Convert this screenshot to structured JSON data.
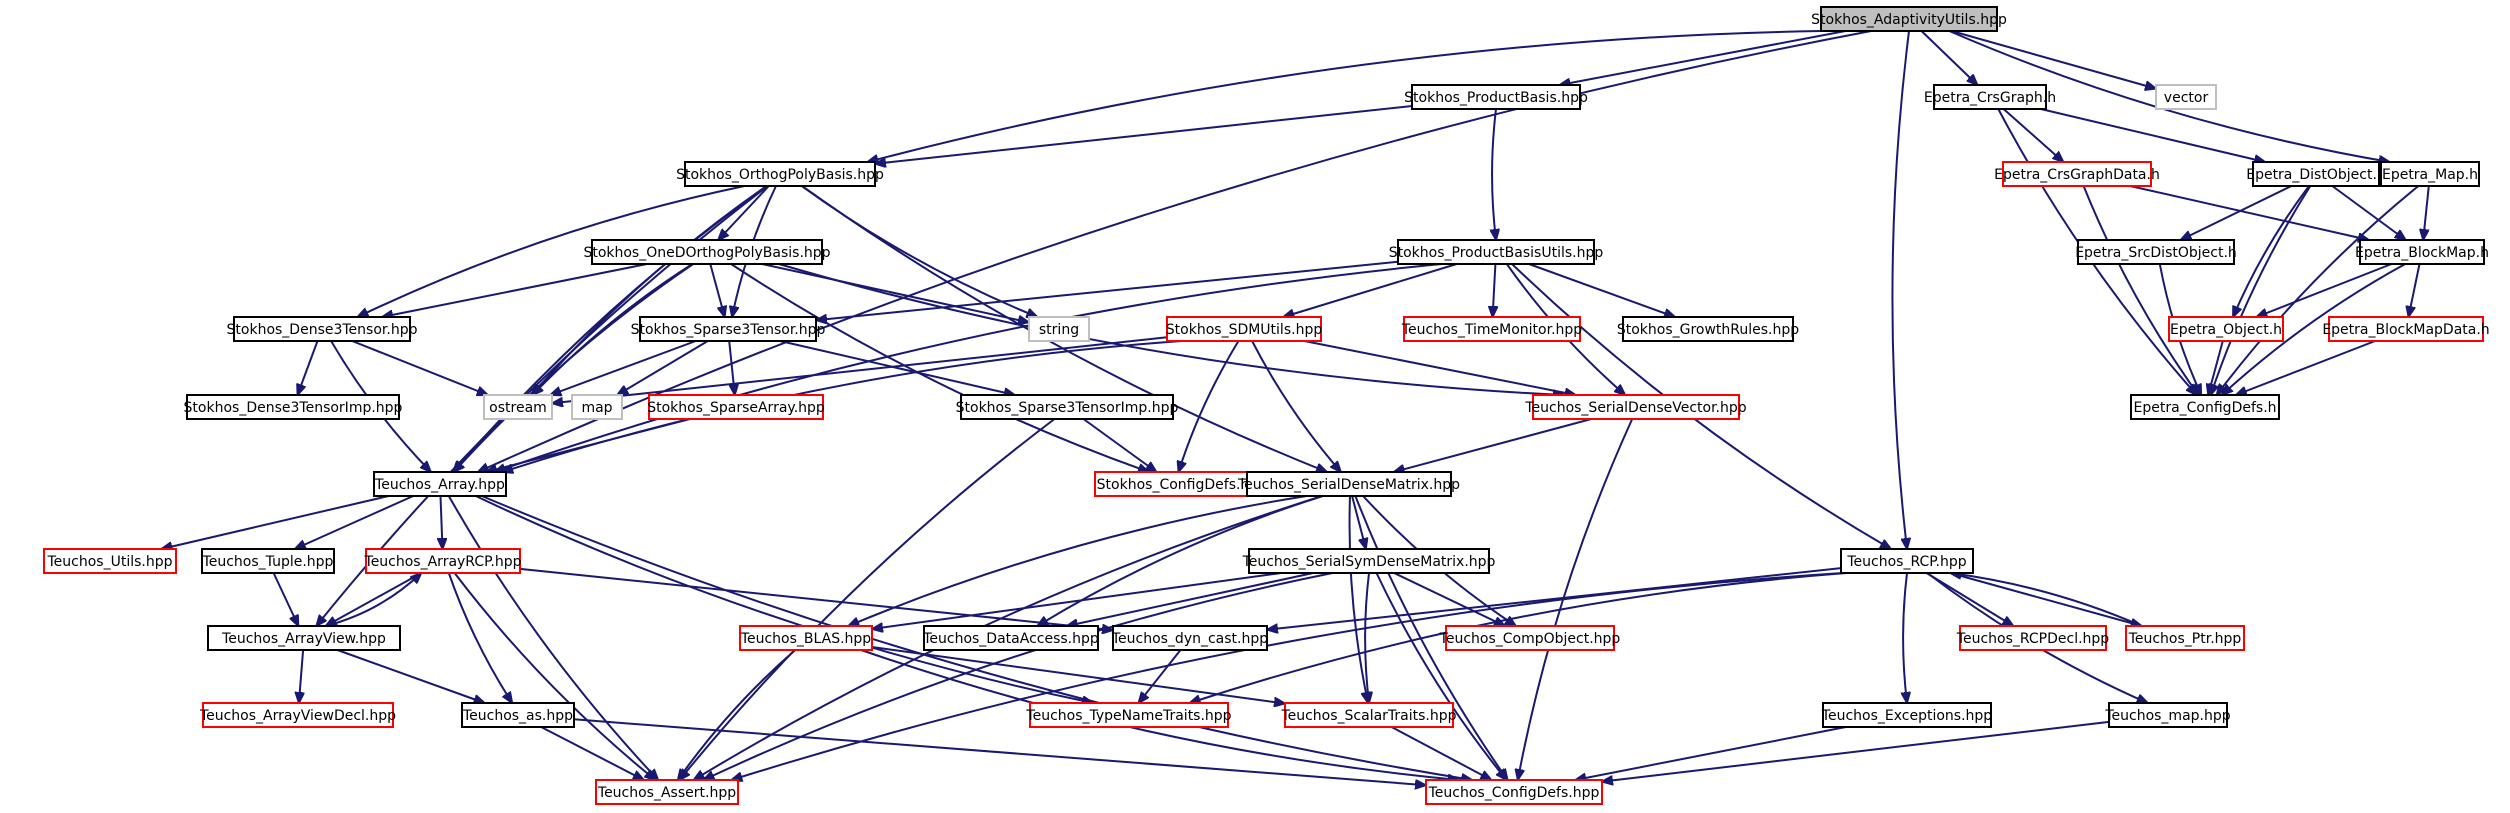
{
  "nodes": [
    {
      "id": "adaptivity",
      "label": "Stokhos_AdaptivityUtils.hpp",
      "style": "root"
    },
    {
      "id": "productbasis",
      "label": "Stokhos_ProductBasis.hpp",
      "style": "black"
    },
    {
      "id": "vector",
      "label": "vector",
      "style": "gray"
    },
    {
      "id": "crsgraph",
      "label": "Epetra_CrsGraph.h",
      "style": "black"
    },
    {
      "id": "orthopoly",
      "label": "Stokhos_OrthogPolyBasis.hpp",
      "style": "black"
    },
    {
      "id": "crsgraphdata",
      "label": "Epetra_CrsGraphData.h",
      "style": "red"
    },
    {
      "id": "distobject",
      "label": "Epetra_DistObject.h",
      "style": "black"
    },
    {
      "id": "map",
      "label": "Epetra_Map.h",
      "style": "black"
    },
    {
      "id": "onedortho",
      "label": "Stokhos_OneDOrthogPolyBasis.hpp",
      "style": "black"
    },
    {
      "id": "productbasisutils",
      "label": "Stokhos_ProductBasisUtils.hpp",
      "style": "black"
    },
    {
      "id": "srcdistobject",
      "label": "Epetra_SrcDistObject.h",
      "style": "black"
    },
    {
      "id": "blockmap",
      "label": "Epetra_BlockMap.h",
      "style": "black"
    },
    {
      "id": "string",
      "label": "string",
      "style": "gray"
    },
    {
      "id": "dense3tensor",
      "label": "Stokhos_Dense3Tensor.hpp",
      "style": "black"
    },
    {
      "id": "sparse3tensor",
      "label": "Stokhos_Sparse3Tensor.hpp",
      "style": "black"
    },
    {
      "id": "sdmutils",
      "label": "Stokhos_SDMUtils.hpp",
      "style": "red"
    },
    {
      "id": "timemonitor",
      "label": "Teuchos_TimeMonitor.hpp",
      "style": "red"
    },
    {
      "id": "growthrules",
      "label": "Stokhos_GrowthRules.hpp",
      "style": "black"
    },
    {
      "id": "epetraobject",
      "label": "Epetra_Object.h",
      "style": "red"
    },
    {
      "id": "blockmapdata",
      "label": "Epetra_BlockMapData.h",
      "style": "red"
    },
    {
      "id": "dense3tensorimp",
      "label": "Stokhos_Dense3TensorImp.hpp",
      "style": "black"
    },
    {
      "id": "ostream",
      "label": "ostream",
      "style": "gray"
    },
    {
      "id": "stdmap",
      "label": "map",
      "style": "gray"
    },
    {
      "id": "sparsearray",
      "label": "Stokhos_SparseArray.hpp",
      "style": "red"
    },
    {
      "id": "serialdensevector",
      "label": "Teuchos_SerialDenseVector.hpp",
      "style": "red"
    },
    {
      "id": "epetraconfigdefs",
      "label": "Epetra_ConfigDefs.h",
      "style": "black"
    },
    {
      "id": "sparse3tensorimp",
      "label": "Stokhos_Sparse3TensorImp.hpp",
      "style": "black"
    },
    {
      "id": "teuchosarray",
      "label": "Teuchos_Array.hpp",
      "style": "black"
    },
    {
      "id": "stokhosconfigdefs",
      "label": "Stokhos_ConfigDefs.h",
      "style": "red"
    },
    {
      "id": "serialdensematrix",
      "label": "Teuchos_SerialDenseMatrix.hpp",
      "style": "black"
    },
    {
      "id": "teuchosutils",
      "label": "Teuchos_Utils.hpp",
      "style": "red"
    },
    {
      "id": "tuple",
      "label": "Teuchos_Tuple.hpp",
      "style": "black"
    },
    {
      "id": "arrayrcp",
      "label": "Teuchos_ArrayRCP.hpp",
      "style": "red"
    },
    {
      "id": "serialsymdensematrix",
      "label": "Teuchos_SerialSymDenseMatrix.hpp",
      "style": "black"
    },
    {
      "id": "rcp",
      "label": "Teuchos_RCP.hpp",
      "style": "black"
    },
    {
      "id": "arrayview",
      "label": "Teuchos_ArrayView.hpp",
      "style": "black"
    },
    {
      "id": "blas",
      "label": "Teuchos_BLAS.hpp",
      "style": "red"
    },
    {
      "id": "dataaccess",
      "label": "Teuchos_DataAccess.hpp",
      "style": "black"
    },
    {
      "id": "dyncast",
      "label": "Teuchos_dyn_cast.hpp",
      "style": "black"
    },
    {
      "id": "compobject",
      "label": "Teuchos_CompObject.hpp",
      "style": "red"
    },
    {
      "id": "rcpdecl",
      "label": "Teuchos_RCPDecl.hpp",
      "style": "red"
    },
    {
      "id": "ptr",
      "label": "Teuchos_Ptr.hpp",
      "style": "red"
    },
    {
      "id": "arrayviewdecl",
      "label": "Teuchos_ArrayViewDecl.hpp",
      "style": "red"
    },
    {
      "id": "teuchosas",
      "label": "Teuchos_as.hpp",
      "style": "black"
    },
    {
      "id": "typenametraits",
      "label": "Teuchos_TypeNameTraits.hpp",
      "style": "red"
    },
    {
      "id": "scalartraits",
      "label": "Teuchos_ScalarTraits.hpp",
      "style": "red"
    },
    {
      "id": "exceptions",
      "label": "Teuchos_Exceptions.hpp",
      "style": "black"
    },
    {
      "id": "teuchosmap",
      "label": "Teuchos_map.hpp",
      "style": "black"
    },
    {
      "id": "teuchosassert",
      "label": "Teuchos_Assert.hpp",
      "style": "red"
    },
    {
      "id": "teuchosconfigdefs",
      "label": "Teuchos_ConfigDefs.hpp",
      "style": "red"
    }
  ],
  "edges": [
    [
      "adaptivity",
      "productbasis"
    ],
    [
      "adaptivity",
      "orthopoly"
    ],
    [
      "adaptivity",
      "teuchosarray"
    ],
    [
      "adaptivity",
      "rcp"
    ],
    [
      "adaptivity",
      "crsgraph"
    ],
    [
      "adaptivity",
      "vector"
    ],
    [
      "adaptivity",
      "map"
    ],
    [
      "productbasis",
      "orthopoly"
    ],
    [
      "productbasis",
      "productbasisutils"
    ],
    [
      "orthopoly",
      "onedortho"
    ],
    [
      "orthopoly",
      "dense3tensor"
    ],
    [
      "orthopoly",
      "sparse3tensor"
    ],
    [
      "orthopoly",
      "string"
    ],
    [
      "orthopoly",
      "ostream"
    ],
    [
      "orthopoly",
      "teuchosarray"
    ],
    [
      "orthopoly",
      "serialdensematrix"
    ],
    [
      "orthopoly",
      "arrayview"
    ],
    [
      "onedortho",
      "dense3tensor"
    ],
    [
      "onedortho",
      "sparse3tensor"
    ],
    [
      "onedortho",
      "string"
    ],
    [
      "onedortho",
      "ostream"
    ],
    [
      "onedortho",
      "teuchosarray"
    ],
    [
      "onedortho",
      "stokhosconfigdefs"
    ],
    [
      "onedortho",
      "serialdensevector"
    ],
    [
      "productbasisutils",
      "sparse3tensor"
    ],
    [
      "productbasisutils",
      "sdmutils"
    ],
    [
      "productbasisutils",
      "timemonitor"
    ],
    [
      "productbasisutils",
      "growthrules"
    ],
    [
      "productbasisutils",
      "serialdensevector"
    ],
    [
      "productbasisutils",
      "teuchosarray"
    ],
    [
      "productbasisutils",
      "rcp"
    ],
    [
      "dense3tensor",
      "dense3tensorimp"
    ],
    [
      "dense3tensor",
      "ostream"
    ],
    [
      "dense3tensor",
      "teuchosarray"
    ],
    [
      "sparse3tensor",
      "ostream"
    ],
    [
      "sparse3tensor",
      "stdmap"
    ],
    [
      "sparse3tensor",
      "sparsearray"
    ],
    [
      "sparse3tensor",
      "sparse3tensorimp"
    ],
    [
      "sdmutils",
      "ostream"
    ],
    [
      "sdmutils",
      "teuchosarray"
    ],
    [
      "sdmutils",
      "stokhosconfigdefs"
    ],
    [
      "sdmutils",
      "serialdensematrix"
    ],
    [
      "sdmutils",
      "serialdensevector"
    ],
    [
      "sparsearray",
      "teuchosarray"
    ],
    [
      "sparse3tensorimp",
      "stokhosconfigdefs"
    ],
    [
      "sparse3tensorimp",
      "teuchosassert"
    ],
    [
      "serialdensevector",
      "serialdensematrix"
    ],
    [
      "serialdensevector",
      "teuchosconfigdefs"
    ],
    [
      "crsgraph",
      "crsgraphdata"
    ],
    [
      "crsgraph",
      "distobject"
    ],
    [
      "crsgraph",
      "epetraconfigdefs"
    ],
    [
      "crsgraphdata",
      "blockmap"
    ],
    [
      "crsgraphdata",
      "epetraconfigdefs"
    ],
    [
      "distobject",
      "srcdistobject"
    ],
    [
      "distobject",
      "blockmap"
    ],
    [
      "distobject",
      "epetraobject"
    ],
    [
      "distobject",
      "epetraconfigdefs"
    ],
    [
      "map",
      "blockmap"
    ],
    [
      "map",
      "epetraconfigdefs"
    ],
    [
      "srcdistobject",
      "epetraconfigdefs"
    ],
    [
      "blockmap",
      "epetraobject"
    ],
    [
      "blockmap",
      "blockmapdata"
    ],
    [
      "blockmap",
      "epetraconfigdefs"
    ],
    [
      "epetraobject",
      "epetraconfigdefs"
    ],
    [
      "blockmapdata",
      "epetraconfigdefs"
    ],
    [
      "teuchosarray",
      "teuchosutils"
    ],
    [
      "teuchosarray",
      "tuple"
    ],
    [
      "teuchosarray",
      "arrayrcp"
    ],
    [
      "teuchosarray",
      "teuchosassert"
    ],
    [
      "teuchosarray",
      "typenametraits"
    ],
    [
      "teuchosarray",
      "teuchosconfigdefs"
    ],
    [
      "tuple",
      "arrayview"
    ],
    [
      "arrayrcp",
      "arrayview"
    ],
    [
      "arrayrcp",
      "teuchosas"
    ],
    [
      "arrayrcp",
      "teuchosassert"
    ],
    [
      "arrayrcp",
      "dyncast"
    ],
    [
      "arrayview",
      "arrayrcp"
    ],
    [
      "arrayview",
      "arrayviewdecl"
    ],
    [
      "arrayview",
      "teuchosas"
    ],
    [
      "teuchosas",
      "teuchosassert"
    ],
    [
      "teuchosas",
      "teuchosconfigdefs"
    ],
    [
      "serialdensematrix",
      "serialsymdensematrix"
    ],
    [
      "serialdensematrix",
      "blas"
    ],
    [
      "serialdensematrix",
      "dataaccess"
    ],
    [
      "serialdensematrix",
      "compobject"
    ],
    [
      "serialdensematrix",
      "scalartraits"
    ],
    [
      "serialdensematrix",
      "teuchosassert"
    ],
    [
      "serialdensematrix",
      "teuchosconfigdefs"
    ],
    [
      "serialsymdensematrix",
      "blas"
    ],
    [
      "serialsymdensematrix",
      "dataaccess"
    ],
    [
      "serialsymdensematrix",
      "compobject"
    ],
    [
      "serialsymdensematrix",
      "scalartraits"
    ],
    [
      "serialsymdensematrix",
      "teuchosassert"
    ],
    [
      "serialsymdensematrix",
      "teuchosconfigdefs"
    ],
    [
      "blas",
      "teuchosassert"
    ],
    [
      "blas",
      "scalartraits"
    ],
    [
      "blas",
      "teuchosconfigdefs"
    ],
    [
      "dyncast",
      "typenametraits"
    ],
    [
      "scalartraits",
      "teuchosconfigdefs"
    ],
    [
      "rcp",
      "dyncast"
    ],
    [
      "rcp",
      "rcpdecl"
    ],
    [
      "rcp",
      "ptr"
    ],
    [
      "rcp",
      "exceptions"
    ],
    [
      "rcp",
      "teuchosmap"
    ],
    [
      "rcp",
      "teuchosassert"
    ],
    [
      "rcp",
      "typenametraits"
    ],
    [
      "ptr",
      "rcp"
    ],
    [
      "exceptions",
      "teuchosconfigdefs"
    ],
    [
      "teuchosmap",
      "teuchosconfigdefs"
    ]
  ]
}
